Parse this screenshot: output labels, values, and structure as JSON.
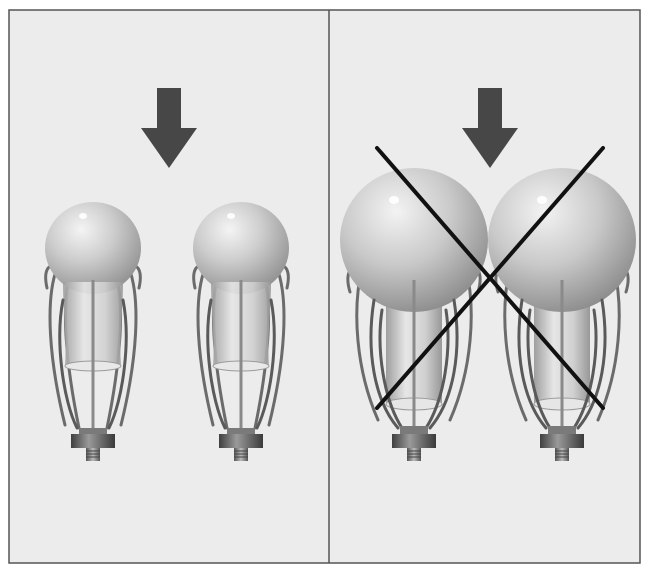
{
  "figure": {
    "panels": [
      {
        "id": "left",
        "verdict": "correct",
        "items": [
          "small-globe-bulb",
          "small-globe-bulb"
        ]
      },
      {
        "id": "right",
        "verdict": "incorrect",
        "items": [
          "large-globe-bulb",
          "large-globe-bulb"
        ]
      }
    ],
    "colors": {
      "background": "#ececec",
      "border": "#555555",
      "arrow": "#474747",
      "cross": "#111111",
      "globe": "#bcbcbc",
      "cage": "#6b6b6b"
    },
    "icons": [
      "down-arrow-icon",
      "cross-out-icon",
      "light-bulb-icon",
      "wire-cage-icon",
      "hex-nut-icon"
    ]
  }
}
